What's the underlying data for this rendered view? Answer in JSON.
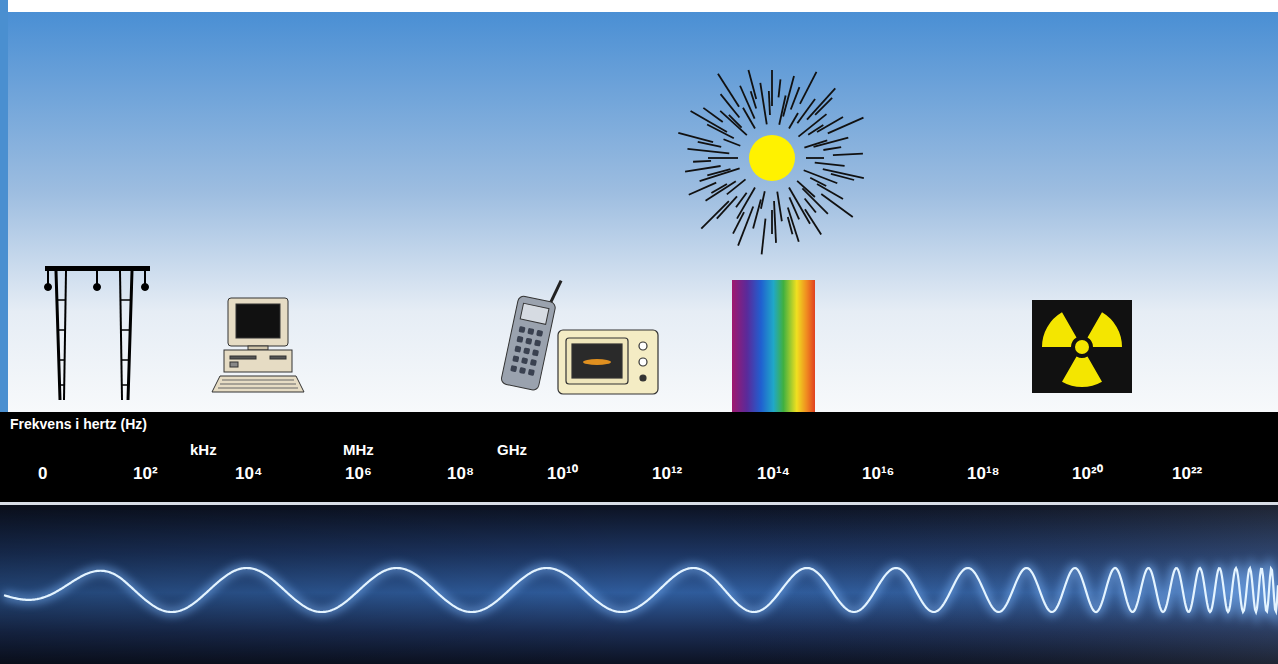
{
  "diagram": {
    "labels": [
      "Frekvens i hertz (Hz)",
      "kHz",
      "MHz",
      "GHz",
      "0",
      "10²",
      "10⁴",
      "10⁶",
      "10⁸",
      "10¹⁰",
      "10¹²",
      "10¹⁴",
      "10¹⁶",
      "10¹⁸",
      "10²⁰",
      "10²²"
    ]
  }
}
